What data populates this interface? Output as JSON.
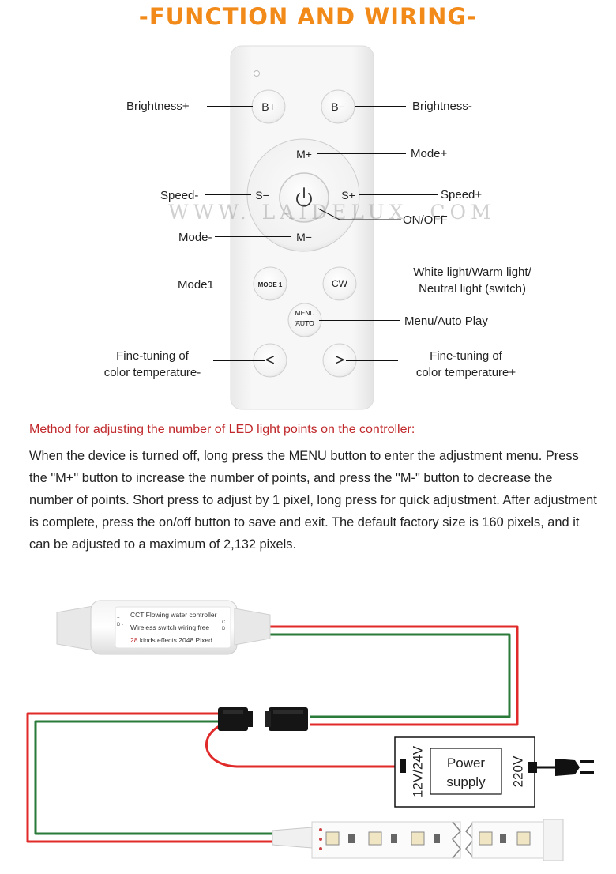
{
  "colors": {
    "title": "#f28a1a",
    "heading": "#c0282b",
    "wire_red": "#e02a2a",
    "wire_green": "#2a7a3a",
    "wire_white": "#ffffff",
    "body_text": "#222222"
  },
  "title": "-FUNCTION AND WIRING-",
  "watermark": "WWW. LAIDELUX. COM",
  "remote": {
    "buttons": {
      "b_plus": "B+",
      "b_minus": "B−",
      "m_plus": "M+",
      "m_minus": "M−",
      "s_minus": "S−",
      "s_plus": "S+",
      "mode1": "MODE 1",
      "cw": "CW",
      "menu": "MENU",
      "auto": "AUTO",
      "left": "<",
      "right": ">"
    },
    "power_icon": "power-icon"
  },
  "labels": {
    "brightness_plus": "Brightness+",
    "brightness_minus": "Brightness-",
    "mode_plus": "Mode+",
    "speed_minus": "Speed-",
    "speed_plus": "Speed+",
    "on_off": "ON/OFF",
    "mode_minus": "Mode-",
    "mode1": "Mode1",
    "white_light_1": "White light/Warm light/",
    "white_light_2": "Neutral light (switch)",
    "menu_auto": "Menu/Auto Play",
    "fine_minus_1": "Fine-tuning of",
    "fine_minus_2": "color temperature-",
    "fine_plus_1": "Fine-tuning of",
    "fine_plus_2": "color temperature+"
  },
  "method": {
    "heading": "Method for adjusting the number of LED light points on the controller:",
    "text": "When the device is turned off, long press the MENU button to enter the adjustment menu. Press the \"M+\" button to increase the number of points, and press the \"M-\" button to decrease the number of points. Short press to adjust by 1 pixel, long press for quick adjustment. After adjustment is complete, press the on/off button to save and exit. The default factory size is 160 pixels, and it can be adjusted to a maximum of 2,132 pixels."
  },
  "controller": {
    "line1": "CCT Flowing water controller",
    "line2": "Wireless switch wiring free",
    "line3_num": "28",
    "line3_rest": " kinds effects 2048 Pixed",
    "left_marks": "+ D -",
    "right_marks": "C D"
  },
  "power_supply": {
    "input_voltage": "12V/24V",
    "label_line1": "Power",
    "label_line2": "supply",
    "output_voltage": "220V"
  }
}
